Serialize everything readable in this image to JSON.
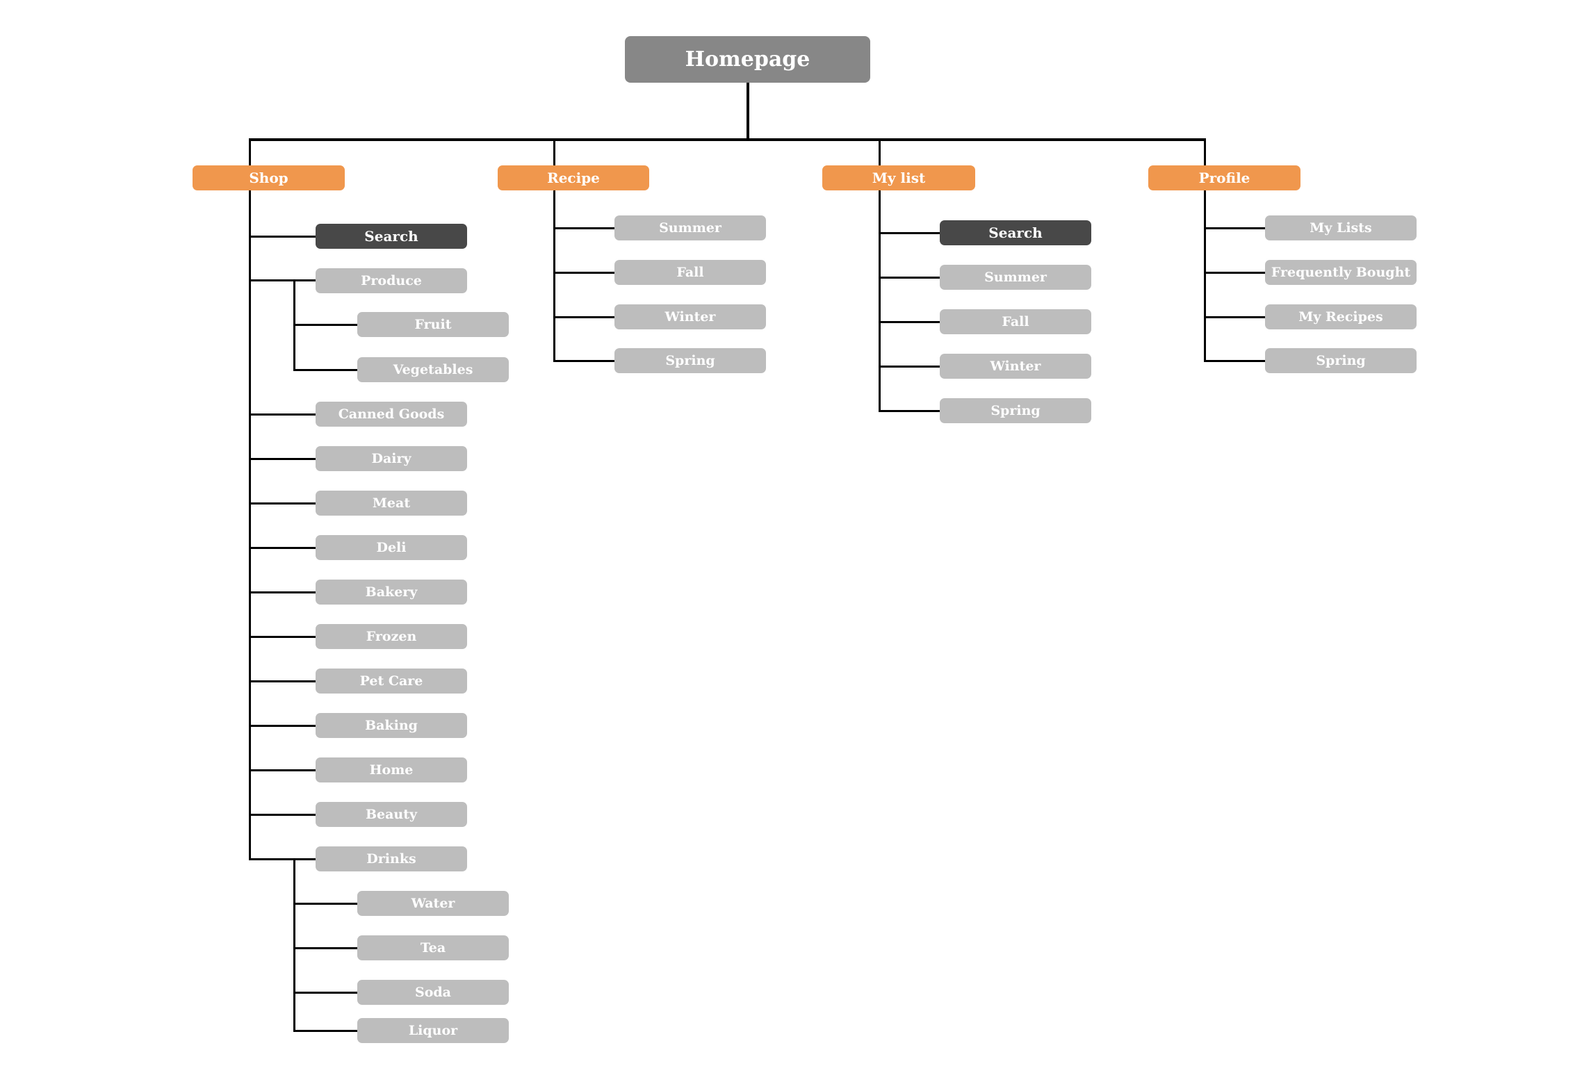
{
  "palette": {
    "root_box": "#878787",
    "branch_box": "#F0974D",
    "child_box": "#BDBDBD",
    "highlight_box": "#484848",
    "connector_line": "#000000",
    "label_text": "#ffffff",
    "background": "#ffffff"
  },
  "sitemap": {
    "root": {
      "label": "Homepage"
    },
    "branches": [
      {
        "label": "Shop",
        "children": [
          {
            "label": "Search",
            "style": "dark"
          },
          {
            "label": "Produce",
            "children": [
              {
                "label": "Fruit"
              },
              {
                "label": "Vegetables"
              }
            ]
          },
          {
            "label": "Canned Goods"
          },
          {
            "label": "Dairy"
          },
          {
            "label": "Meat"
          },
          {
            "label": "Deli"
          },
          {
            "label": "Bakery"
          },
          {
            "label": "Frozen"
          },
          {
            "label": "Pet Care"
          },
          {
            "label": "Baking"
          },
          {
            "label": "Home"
          },
          {
            "label": "Beauty"
          },
          {
            "label": "Drinks",
            "children": [
              {
                "label": "Water"
              },
              {
                "label": "Tea"
              },
              {
                "label": "Soda"
              },
              {
                "label": "Liquor"
              }
            ]
          }
        ]
      },
      {
        "label": "Recipe",
        "children": [
          {
            "label": "Summer"
          },
          {
            "label": "Fall"
          },
          {
            "label": "Winter"
          },
          {
            "label": "Spring"
          }
        ]
      },
      {
        "label": "My list",
        "children": [
          {
            "label": "Search",
            "style": "dark"
          },
          {
            "label": "Summer"
          },
          {
            "label": "Fall"
          },
          {
            "label": "Winter"
          },
          {
            "label": "Spring"
          }
        ]
      },
      {
        "label": "Profile",
        "children": [
          {
            "label": "My Lists"
          },
          {
            "label": "Frequently Bought"
          },
          {
            "label": "My Recipes"
          },
          {
            "label": "Spring"
          }
        ]
      }
    ]
  }
}
